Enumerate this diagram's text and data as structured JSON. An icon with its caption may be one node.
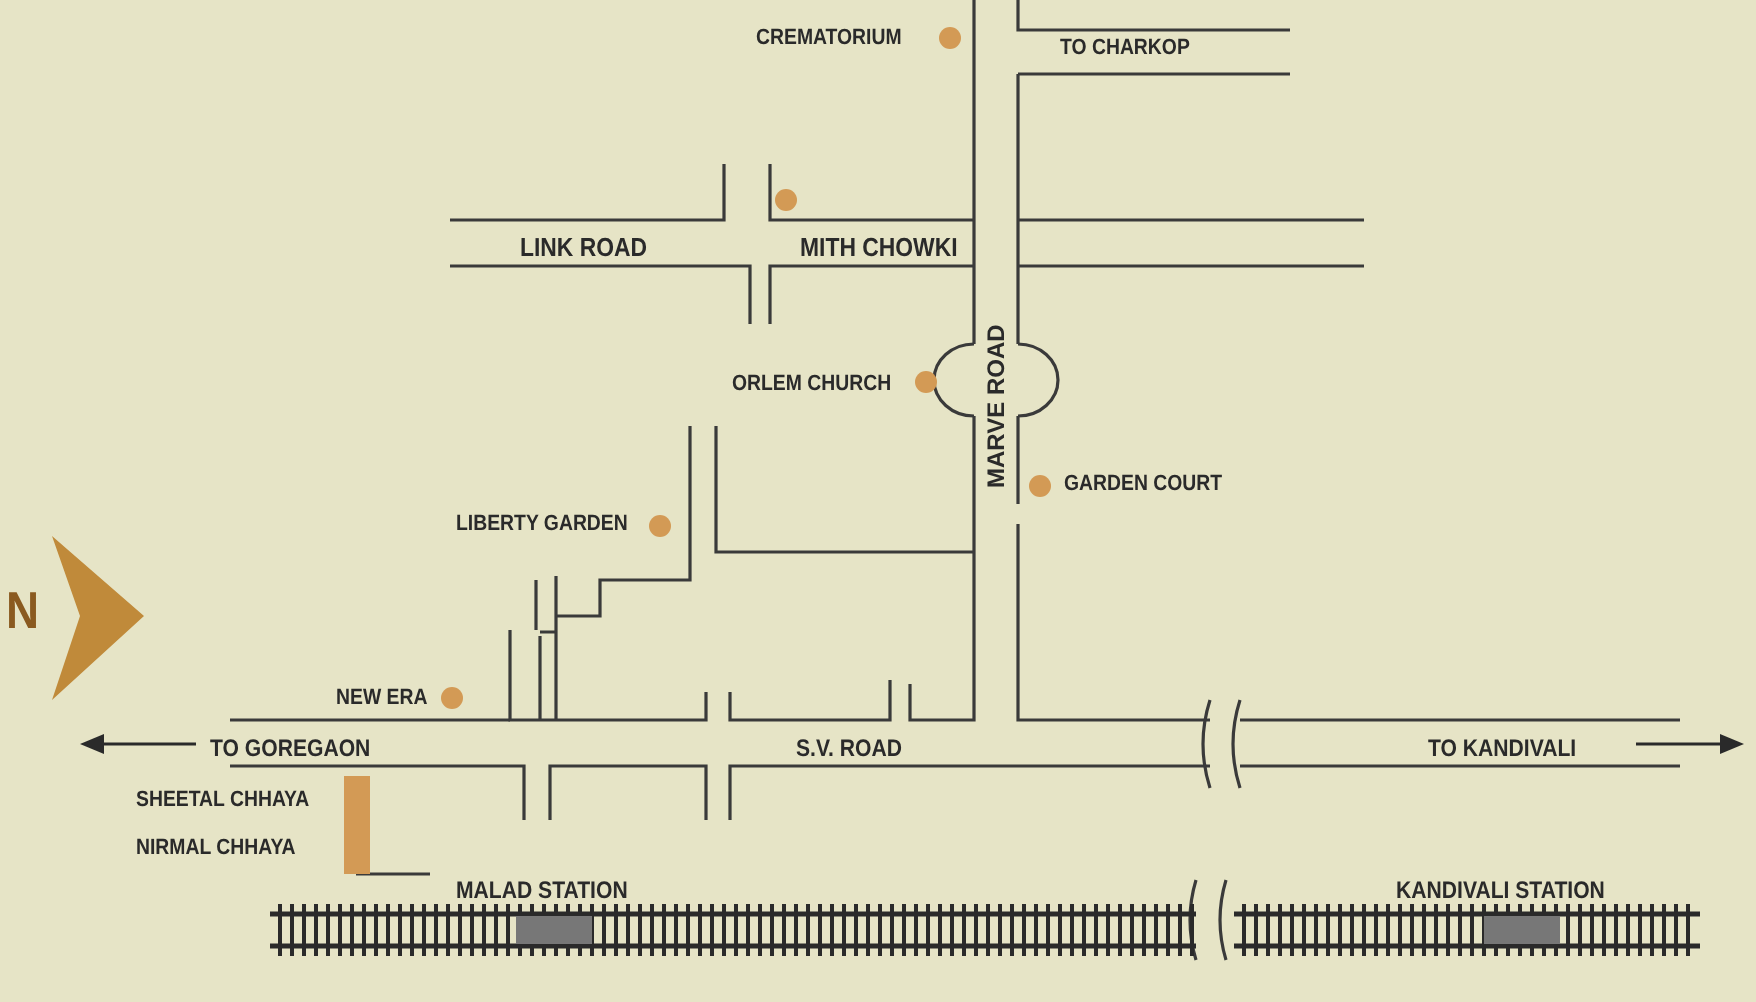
{
  "diagram": {
    "labels": [
      "CREMATORIUM",
      "TO CHARKOP",
      "LINK ROAD",
      "MITH CHOWKI",
      "ORLEM CHURCH",
      "MARVE ROAD",
      "GARDEN COURT",
      "LIBERTY GARDEN",
      "N",
      "NEW ERA",
      "TO GOREGAON",
      "S.V. ROAD",
      "TO KANDIVALI",
      "SHEETAL CHHAYA",
      "NIRMAL CHHAYA",
      "MALAD STATION",
      "KANDIVALI STATION"
    ]
  }
}
